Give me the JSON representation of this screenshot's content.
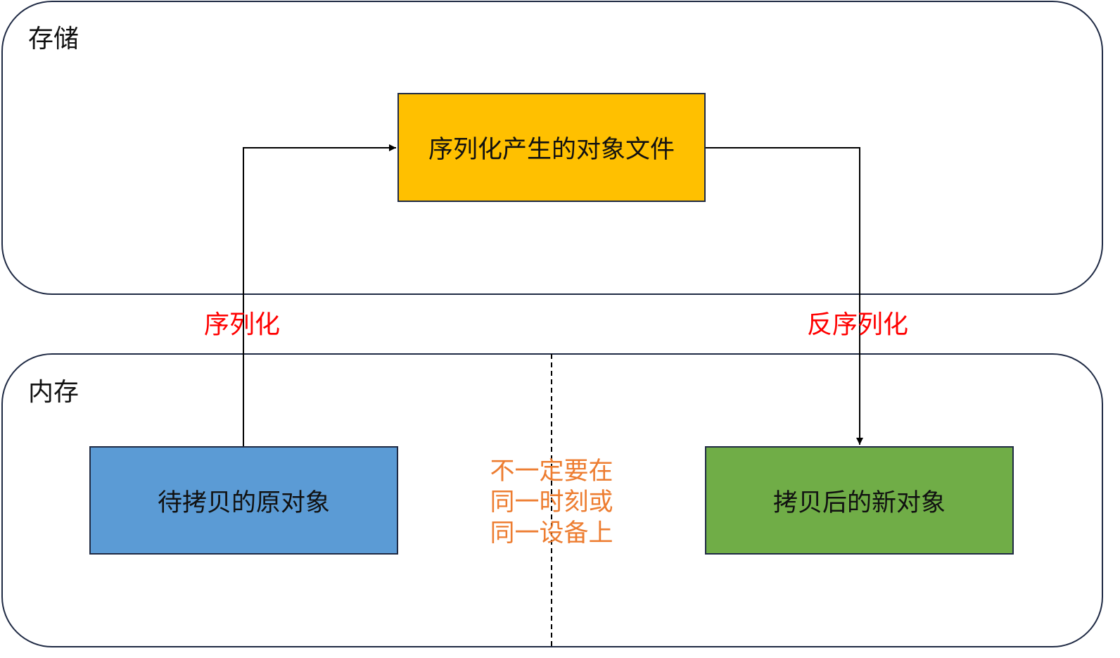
{
  "regions": {
    "storage": {
      "label": "存储"
    },
    "memory": {
      "label": "内存"
    }
  },
  "boxes": {
    "serialized_file": {
      "label": "序列化产生的对象文件",
      "color": "#ffc000"
    },
    "original_object": {
      "label": "待拷贝的原对象",
      "color": "#5b9bd5"
    },
    "new_object": {
      "label": "拷贝后的新对象",
      "color": "#70ad47"
    }
  },
  "edges": {
    "serialize": {
      "label": "序列化",
      "color": "#ff0000"
    },
    "deserialize": {
      "label": "反序列化",
      "color": "#ff0000"
    }
  },
  "note": {
    "lines": [
      "不一定要在",
      "同一时刻或",
      "同一设备上"
    ],
    "color": "#ed7d31"
  }
}
